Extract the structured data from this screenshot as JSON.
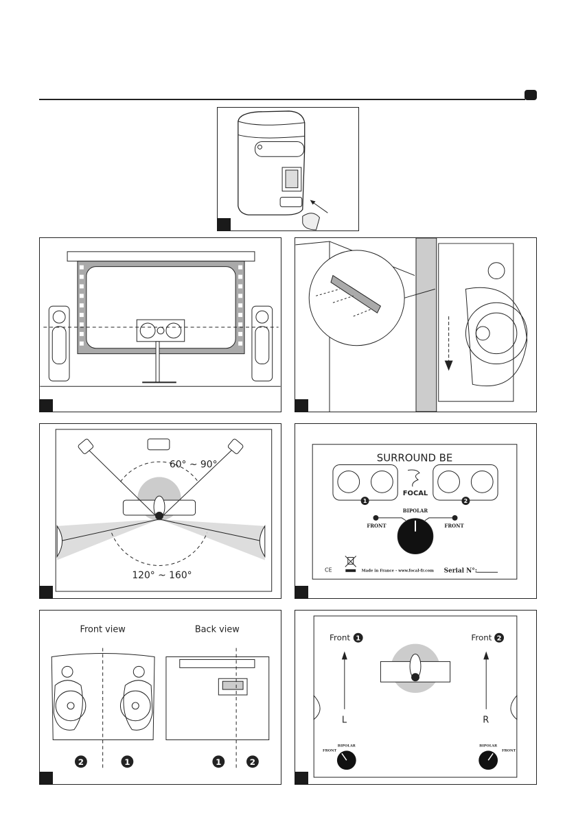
{
  "header": {
    "badge_color": "#1a1a1a"
  },
  "figures": {
    "install_foot": {
      "icon": "speaker-with-foot-icon"
    },
    "front_layout": {
      "icon": "screen-and-speakers-icon"
    },
    "wall_mount": {
      "icon": "wall-bracket-icon"
    },
    "surround_angles": {
      "angle_front": "60° ~ 90°",
      "angle_rear": "120° ~ 160°"
    },
    "rear_label": {
      "title": "SURROUND BE",
      "brand": "FOCAL",
      "group_1": "1",
      "group_2": "2",
      "switch_mid": "BIPOLAR",
      "switch_left": "FRONT",
      "switch_right": "FRONT",
      "footer": "Made in France - www.focal-fr.com",
      "serial": "Serial N°:",
      "ce": "CE"
    },
    "views": {
      "front_title": "Front view",
      "back_title": "Back view",
      "front_nums": [
        "2",
        "1"
      ],
      "back_nums": [
        "1",
        "2"
      ]
    },
    "orientation": {
      "front_left": "Front",
      "front_left_num": "1",
      "front_right": "Front",
      "front_right_num": "2",
      "left": "L",
      "right": "R",
      "switch_mid": "BIPOLAR",
      "switch_side": "FRONT"
    }
  }
}
